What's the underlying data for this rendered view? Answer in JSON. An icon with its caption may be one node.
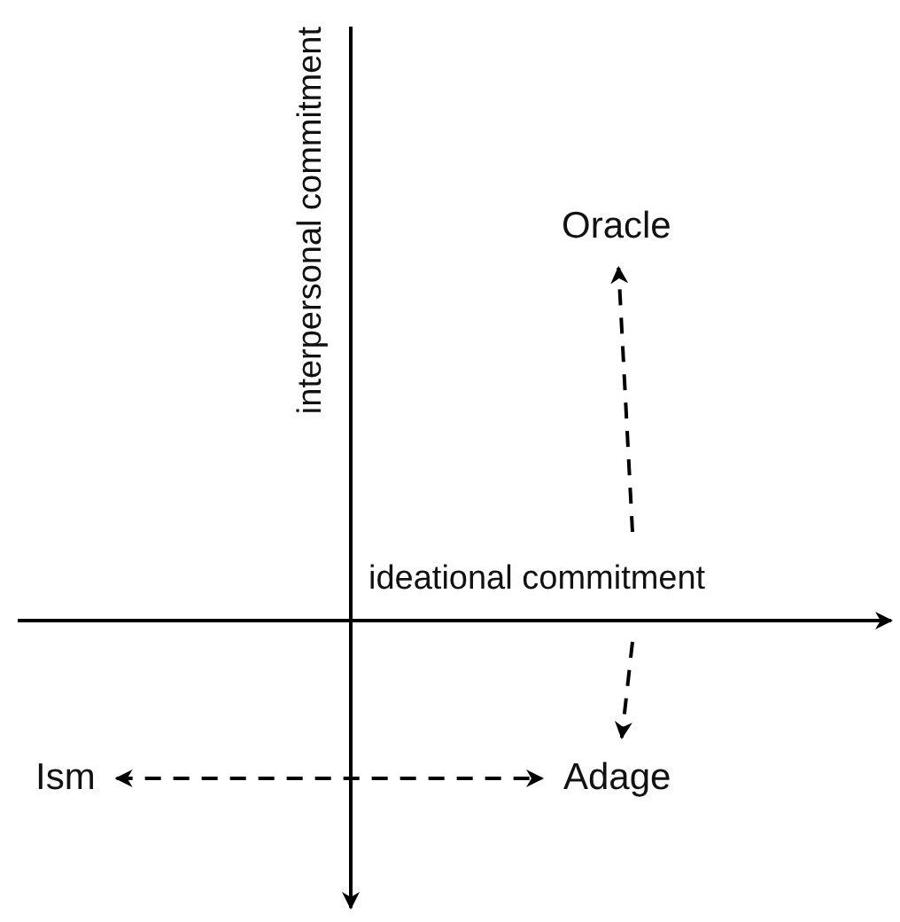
{
  "diagram": {
    "nodes": [
      {
        "text": [
          "Oracle"
        ]
      },
      {
        "text": [
          "Ism"
        ]
      },
      {
        "text": [
          "Adage"
        ]
      }
    ],
    "edges": [
      {
        "from": null,
        "to": 0,
        "arrow": "to",
        "style": "dashed"
      },
      {
        "from": null,
        "to": 2,
        "arrow": "to",
        "style": "dashed"
      },
      {
        "from": 1,
        "to": 2,
        "arrow": "both",
        "style": "dashed"
      }
    ],
    "labels": [
      "interpersonal commitment",
      "ideational commitment"
    ]
  }
}
